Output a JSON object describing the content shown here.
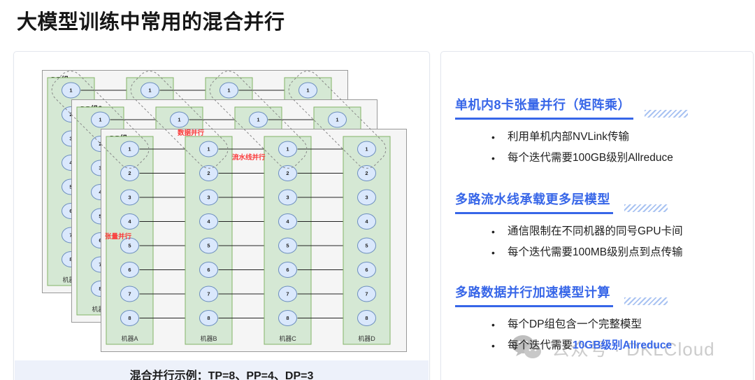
{
  "page": {
    "title": "大模型训练中常用的混合并行",
    "background": "#ffffff"
  },
  "diagram": {
    "caption": "混合并行示例：TP=8、PP=4、DP=3",
    "layers": [
      {
        "label": "DP组α"
      },
      {
        "label": "DP组β"
      },
      {
        "label": "DP组γ"
      }
    ],
    "machines": [
      "机器A",
      "机器B",
      "机器C",
      "机器D"
    ],
    "gpus_per_machine": 8,
    "annotations": {
      "data_parallel": "数据并行",
      "pipeline_parallel": "流水线并行",
      "tensor_parallel": "张量并行"
    },
    "colors": {
      "layer_fill": "#f5f5f5",
      "layer_stroke": "#999999",
      "machine_fill": "#d5e8d4",
      "machine_stroke": "#82b366",
      "gpu_fill": "#dae8fc",
      "gpu_stroke": "#6c8ebf",
      "arrow": "#222222",
      "dp_outline": "#888888",
      "annotation_red": "#fa3b3b",
      "caption_band": "#edf1fa"
    }
  },
  "panel": {
    "accent_blue": "#3766e8",
    "hatch_blue": "#a9c3f2",
    "sections": [
      {
        "heading": "单机内8卡张量并行（矩阵乘）",
        "bullets": [
          {
            "text": "利用单机内部NVLink传输"
          },
          {
            "text": "每个迭代需要100GB级别Allreduce"
          }
        ]
      },
      {
        "heading": "多路流水线承载更多层模型",
        "bullets": [
          {
            "text": "通信限制在不同机器的同号GPU卡间"
          },
          {
            "text": "每个迭代需要100MB级别点到点传输"
          }
        ]
      },
      {
        "heading": "多路数据并行加速模型计算",
        "bullets": [
          {
            "text": "每个DP组包含一个完整模型"
          },
          {
            "text": "每个迭代需要",
            "highlight": "10GB级别Allreduce"
          }
        ]
      }
    ]
  },
  "ui": {
    "bullet_char": "•"
  },
  "watermark": {
    "icon": "wechat-icon",
    "text": "公众号 · DKLCloud"
  }
}
